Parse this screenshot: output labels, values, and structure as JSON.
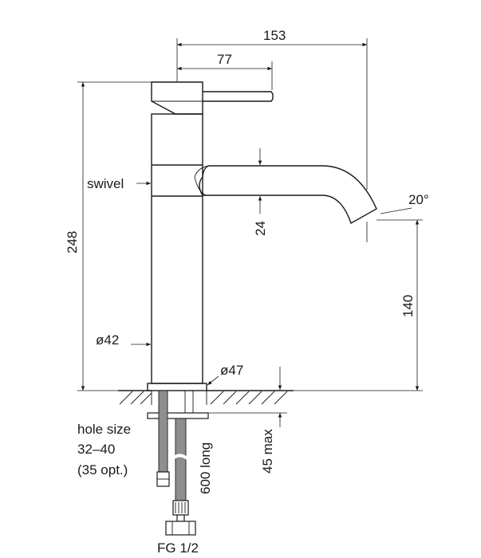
{
  "dimensions": {
    "spout_reach": "153",
    "lever_length": "77",
    "total_height": "248",
    "spout_height": "140",
    "spout_thickness": "24",
    "outlet_angle": "20°",
    "body_diameter": "ø42",
    "base_diameter": "ø47",
    "max_counter_thickness": "45 max",
    "hose_length": "600 long"
  },
  "labels": {
    "swivel": "swivel",
    "hole_size_line1": "hole size",
    "hole_size_line2": "32–40",
    "hole_size_line3": "(35 opt.)",
    "connection": "FG 1/2"
  },
  "colors": {
    "line": "#1a1a1a",
    "hose_fill": "#8e8e8e",
    "background": "#ffffff"
  }
}
